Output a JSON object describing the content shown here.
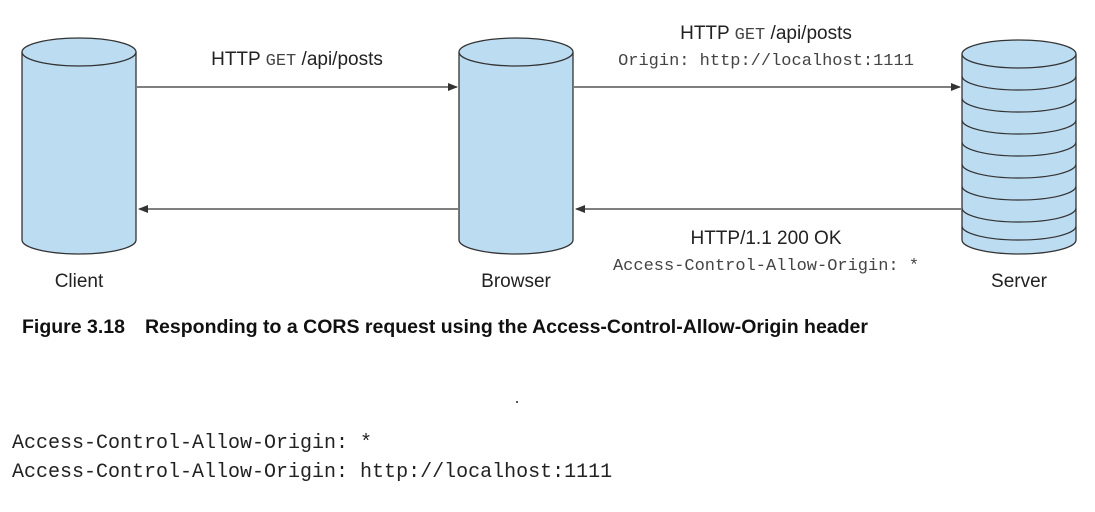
{
  "nodes": {
    "client": "Client",
    "browser": "Browser",
    "server": "Server"
  },
  "request_client": {
    "prefix": "HTTP ",
    "method": "GET",
    "path": " /api/posts"
  },
  "request_browser": {
    "prefix": "HTTP ",
    "method": "GET",
    "path": " /api/posts",
    "origin_header": "Origin: http://localhost:1111"
  },
  "response": {
    "status": "HTTP/1.1 200 OK",
    "acao_header": "Access-Control-Allow-Origin: *"
  },
  "caption": {
    "number": "Figure 3.18",
    "text": "Responding to a CORS request using the Access-Control-Allow-Origin header"
  },
  "code_lines": [
    "Access-Control-Allow-Origin: *",
    "Access-Control-Allow-Origin: http://localhost:1111"
  ],
  "colors": {
    "cylinder_fill": "#bcdcf2",
    "stroke": "#333333"
  }
}
